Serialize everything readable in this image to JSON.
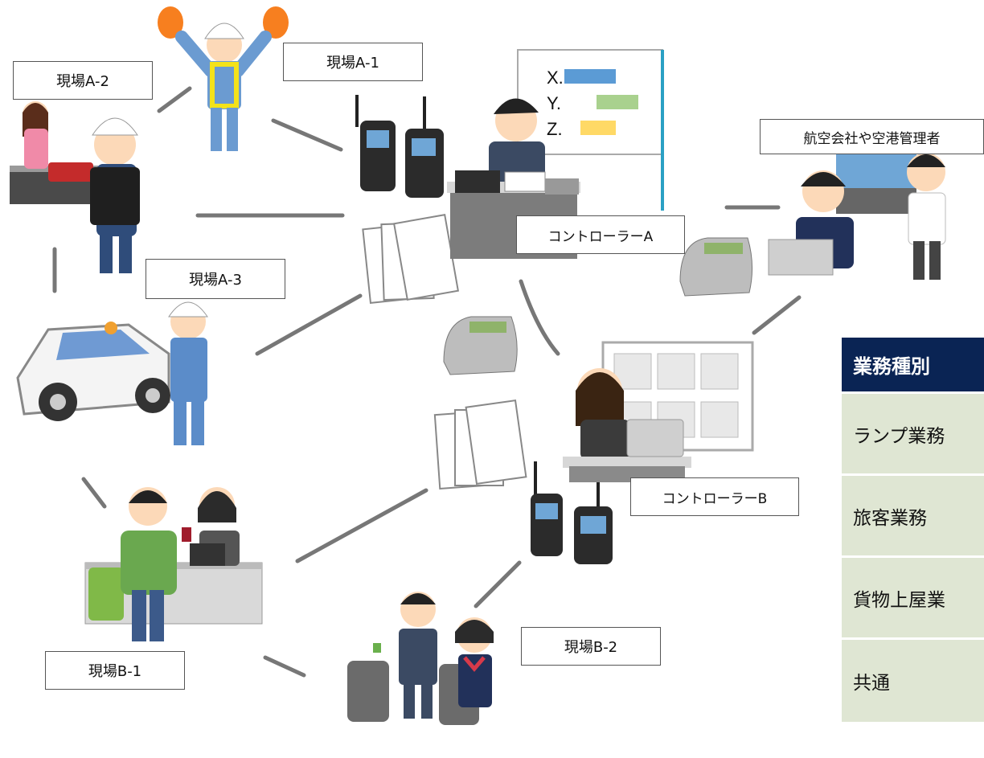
{
  "labels": {
    "site_a1": "現場A-1",
    "site_a2": "現場A-2",
    "site_a3": "現場A-3",
    "site_b1": "現場B-1",
    "site_b2": "現場B-2",
    "controller_a": "コントローラーA",
    "controller_b": "コントローラーB",
    "airline": "航空会社や空港管理者"
  },
  "whiteboard": {
    "items": [
      {
        "letter": "X.",
        "color": "#5b9bd5"
      },
      {
        "letter": "Y.",
        "color": "#a9d18e"
      },
      {
        "letter": "Z.",
        "color": "#ffd966"
      }
    ]
  },
  "table": {
    "header": "業務種別",
    "rows": [
      "ランプ業務",
      "旅客業務",
      "貨物上屋業",
      "共通"
    ],
    "header_color": "#0a2454",
    "row_color": "#dfe6d3"
  }
}
